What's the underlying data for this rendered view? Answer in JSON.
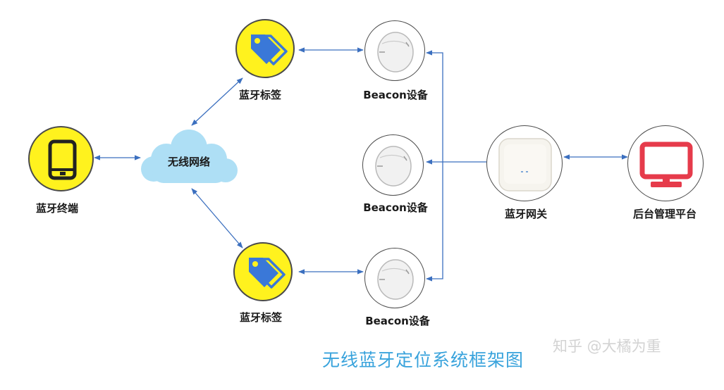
{
  "nodes": {
    "terminal_label": "蓝牙终端",
    "network_label": "无线网络",
    "tag_top_label": "蓝牙标签",
    "tag_bottom_label": "蓝牙标签",
    "beacon_top_label": "Beacon设备",
    "beacon_mid_label": "Beacon设备",
    "beacon_bottom_label": "Beacon设备",
    "gateway_label": "蓝牙网关",
    "platform_label": "后台管理平台"
  },
  "caption": "无线蓝牙定位系统框架图",
  "watermark": "知乎 @大橘为重",
  "colors": {
    "yellow_node": "#fff21e",
    "tag_blue": "#3a78d8",
    "arrow": "#3b6fbf",
    "cloud": "#aedff5",
    "monitor_red": "#e63b4b",
    "title_blue": "#39a3dc"
  },
  "icons": {
    "terminal": "phone-icon",
    "tags": "tag-icon",
    "beacons": "beacon-icon",
    "gateway": "gateway-icon",
    "platform": "monitor-icon",
    "network": "cloud-icon"
  }
}
